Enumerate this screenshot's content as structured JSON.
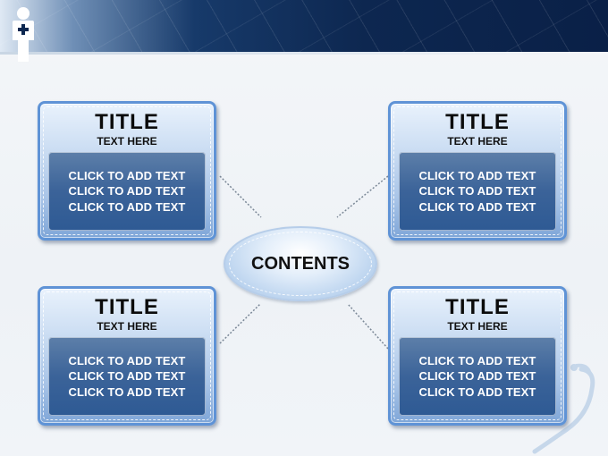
{
  "center": {
    "label": "CONTENTS"
  },
  "cards": [
    {
      "title": "TITLE",
      "subtitle": "TEXT HERE",
      "lines": [
        "CLICK TO ADD TEXT",
        "CLICK TO ADD TEXT",
        "CLICK TO ADD TEXT"
      ]
    },
    {
      "title": "TITLE",
      "subtitle": "TEXT HERE",
      "lines": [
        "CLICK TO ADD TEXT",
        "CLICK TO ADD TEXT",
        "CLICK TO ADD TEXT"
      ]
    },
    {
      "title": "TITLE",
      "subtitle": "TEXT HERE",
      "lines": [
        "CLICK TO ADD TEXT",
        "CLICK TO ADD TEXT",
        "CLICK TO ADD TEXT"
      ]
    },
    {
      "title": "TITLE",
      "subtitle": "TEXT HERE",
      "lines": [
        "CLICK TO ADD TEXT",
        "CLICK TO ADD TEXT",
        "CLICK TO ADD TEXT"
      ]
    }
  ],
  "icons": {
    "logo": "medical-person-icon",
    "decoration": "stethoscope-icon"
  },
  "colors": {
    "header_dark": "#0d2750",
    "card_border": "#5f93d6",
    "card_body": "#3b6399",
    "connector": "#7a8796"
  }
}
